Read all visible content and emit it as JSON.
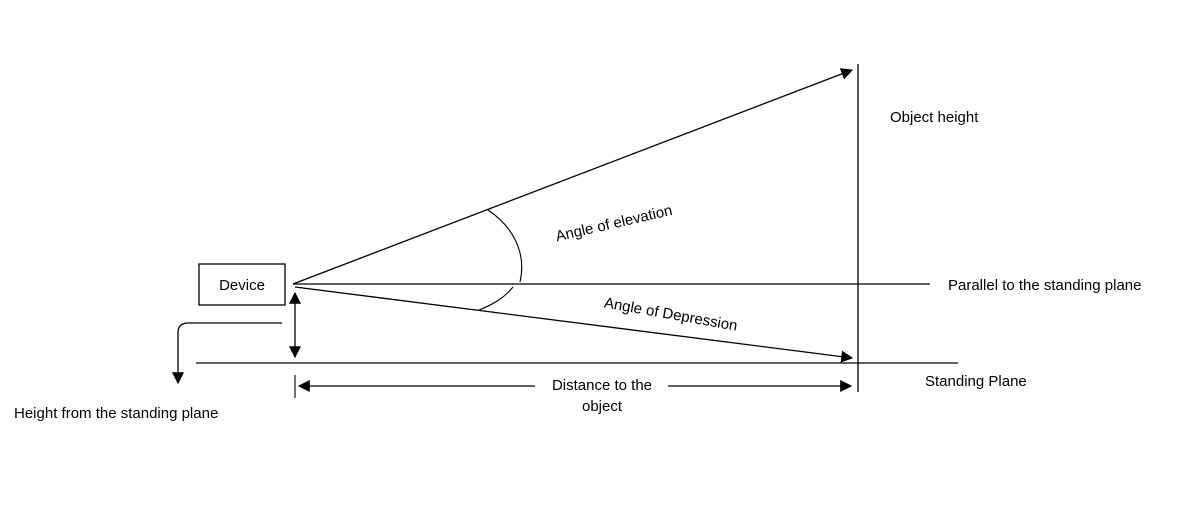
{
  "diagram": {
    "device": {
      "label": "Device"
    },
    "labels": {
      "object_height": "Object height",
      "parallel": "Parallel to the standing plane",
      "standing_plane": "Standing Plane",
      "angle_elevation": "Angle of elevation",
      "angle_depression": "Angle of Depression",
      "distance_line1": "Distance to the",
      "distance_line2": "object",
      "height": "Height from the standing plane"
    },
    "colors": {
      "line": "#000000",
      "background": "#ffffff"
    }
  }
}
